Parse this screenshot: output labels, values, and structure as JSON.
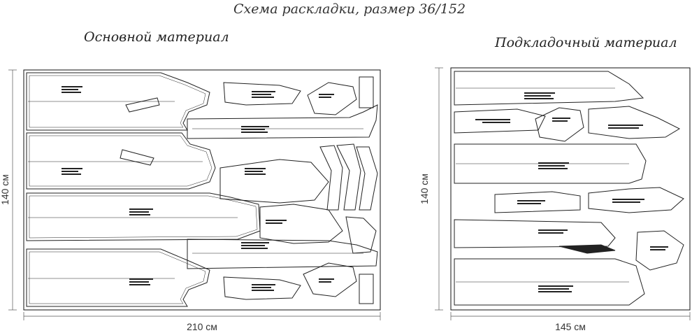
{
  "title": "Схема раскладки, размер 36/152",
  "panels": {
    "main": {
      "label": "Основной материал",
      "width": "210 см",
      "height": "140 см"
    },
    "lining": {
      "label": "Подкладочный материал",
      "width": "145 см",
      "height": "140 см"
    }
  }
}
